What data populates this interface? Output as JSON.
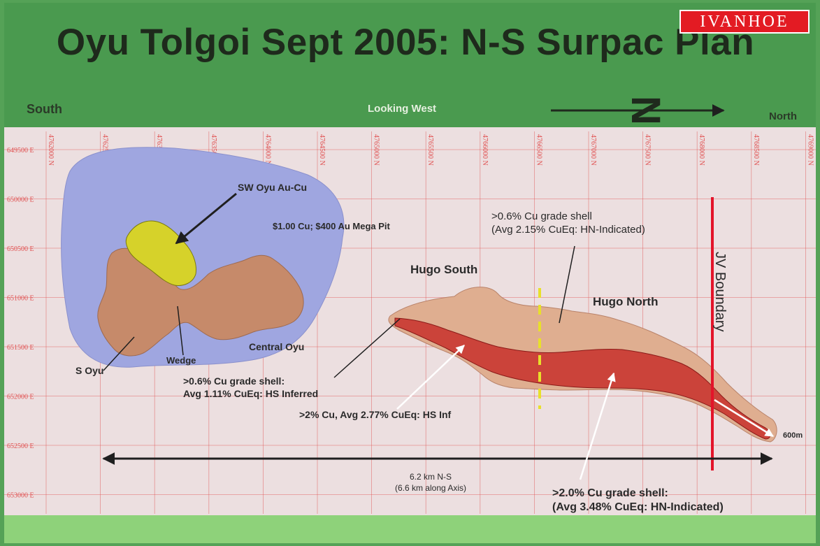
{
  "header": {
    "title": "Oyu Tolgoi Sept 2005: N-S Surpac Plan",
    "logo": "IVANHOE",
    "south": "South",
    "north": "North",
    "looking": "Looking West",
    "compass": "N"
  },
  "grid": {
    "northings": [
      "4762000 N",
      "4762500 N",
      "4763000 N",
      "4763500 N",
      "4764000 N",
      "4764500 N",
      "4765000 N",
      "4765500 N",
      "4766000 N",
      "4766500 N",
      "4767000 N",
      "4767500 N",
      "4768000 N",
      "4768500 N",
      "4769000 N"
    ],
    "eastings": [
      "649500 E",
      "650000 E",
      "650500 E",
      "651000 E",
      "651500 E",
      "652000 E",
      "652500 E",
      "653000 E"
    ]
  },
  "annotations": {
    "sw_oyu": "SW Oyu Au-Cu",
    "mega_pit": "$1.00 Cu; $400 Au Mega Pit",
    "central_oyu": "Central Oyu",
    "s_oyu": "S Oyu",
    "wedge": "Wedge",
    "hs_shell_line1": ">0.6% Cu grade shell:",
    "hs_shell_line2": "Avg 1.11% CuEq: HS Inferred",
    "hs_inf": ">2% Cu, Avg 2.77% CuEq: HS Inf",
    "hugo_south": "Hugo South",
    "hugo_north": "Hugo North",
    "hn_shell_line1": ">0.6% Cu grade shell",
    "hn_shell_line2": "(Avg 2.15% CuEq: HN-Indicated)",
    "jv_boundary": "JV Boundary",
    "depth": "600m",
    "length_line1": "6.2 km N-S",
    "length_line2": "(6.6 km along Axis)",
    "hn_high_line1": ">2.0% Cu grade shell:",
    "hn_high_line2": "(Avg 3.48% CuEq: HN-Indicated)"
  },
  "colors": {
    "header_green": "#4a9a4f",
    "footer_green": "#8ed27a",
    "plan_bg": "#ecdfe0",
    "grid_red": "#e05050",
    "pit_blue": "#9fa6e0",
    "orebody_tan": "#c98d6a",
    "high_grade_red": "#c9302c",
    "au_yellow": "#d8d42a",
    "jv_red": "#e3142a",
    "logo_red": "#e31b23"
  }
}
